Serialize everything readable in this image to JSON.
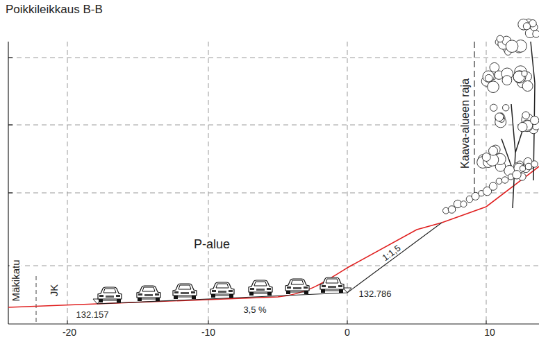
{
  "diagram": {
    "title": "Poikkileikkaus B-B",
    "labels": [
      "Kaava-alueen raja",
      "P-alue",
      "1:1,5",
      "132.786",
      "3,5 %",
      "132.157",
      "Mäkikatu",
      "JK",
      "-20",
      "-10",
      "0",
      "10"
    ]
  }
}
